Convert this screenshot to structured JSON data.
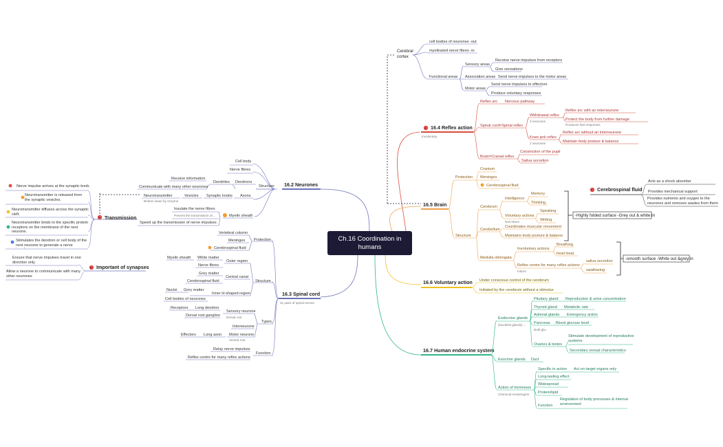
{
  "central_topic": "Ch.16 Coordination in humans",
  "colors": {
    "central_bg": "#1d1a36",
    "neurones": "#6b72b8",
    "spinal_cord": "#6b72b8",
    "reflex_action": "#d84a3a",
    "brain": "#f0a04b",
    "voluntary_action": "#f0c020",
    "endocrine": "#2fb585",
    "bullet_red": "#e34b4b",
    "bullet_orange": "#f39c32",
    "bullet_yellow": "#f2c12e",
    "bullet_green": "#2fb585",
    "bullet_blue": "#4a7be0"
  },
  "neurones": {
    "title": "16.2 Neurones",
    "structure": "Structure",
    "cell_body": "Cell body",
    "nerve_fibres": "Nerve fibres",
    "receive_information": "Receive information",
    "dendrites": "Dendrites",
    "dendrons": "Dendrons",
    "communicate": "Communicate with many other neurones",
    "neurotransmitter": "Neurotransmitter",
    "broken_down": "Broken down by enzyme",
    "vesicles": "Vesicles",
    "synaptic_knobs": "Synaptic knobs",
    "axons": "Axons",
    "insulate": "Insulate the nerve fibres",
    "prevent": "Prevent the transmission of...",
    "myelin_sheath": "Myelin sheath",
    "speed_up": "Speed up the transmission of nerve impulses"
  },
  "transmission": {
    "title": "Transmission",
    "steps": [
      "Nerve impulse arrives at the synaptic knob.",
      "Neurotransmitter is released from the synaptic vesicles.",
      "Neurotransmitter diffuses across the synaptic cleft.",
      "Neurotransmitter binds to the specific protein receptors on the membrane of the next neurone.",
      "Stimulates the dendron or cell body of the next neurone to generate a nerve impulse."
    ]
  },
  "synapses": {
    "title": "Important of synapses",
    "points": [
      "Ensure that nerve impulses travel in one direction only",
      "Allow a neurone to communicate with many other neurones"
    ]
  },
  "spinal_cord": {
    "title": "16.3 Spinal cord",
    "note": "31 pairs of spinal nerves",
    "protection": "Protection",
    "vertebral_column": "Vertebral column",
    "meninges": "Meninges",
    "csf": "Cerebrospinal fluid",
    "structure": "Structure",
    "outer_region": "Outer region",
    "myelin_sheath": "Myelin sheath",
    "white_matter": "White matter",
    "nerve_fibres": "Nerve fibres",
    "central_canal": "Central canal",
    "grey_matter_1": "Grey matter",
    "csf_2": "Cerebrospinal fluid",
    "inner_region": "Inner H-shaped region",
    "nuclei": "Nuclei",
    "grey_matter_2": "Grey matter",
    "cell_bodies": "Cell bodies of neurones",
    "types": "Types",
    "receptors": "Receptors",
    "long_dendron": "Long dendron",
    "sensory_neurone": "Sensory neurone",
    "dorsal_root_ganglion": "Dorsal root ganglion",
    "dorsal_root": "Dorsal root",
    "interneurone": "Interneurone",
    "effectors": "Effectors",
    "long_axon": "Long axon",
    "motor_neurone": "Motor neurone",
    "ventral_root": "Ventral root",
    "function": "Function",
    "relay": "Relay nerve impulses",
    "reflex_centre": "Reflex centre for many reflex actions"
  },
  "cerebral_cortex": {
    "title": "Cerebral cortex",
    "cell_bodies": "cell bodies of neurones -out",
    "myelinated": "myelinated nerve fibres -in",
    "functional_areas": "Functional areas",
    "sensory_areas": "Sensory areas",
    "receive_impulses": "Receive nerve impulses from receptors",
    "give_sensations": "Give sensations",
    "association_areas": "Association areas",
    "send_to_motor": "Send nerve impulses to the motor areas",
    "motor_areas": "Motor areas",
    "send_to_effectors": "Send nerve impulses to effectors",
    "produce_voluntary": "Produce voluntary responses"
  },
  "reflex": {
    "title": "16.4 Reflex action",
    "note": "Involuntary",
    "reflex_arc": "Reflex arc",
    "nervous_pathway": "Nervous pathway",
    "spinal_reflex": "Spinal cord=Spinal reflex",
    "withdrawal": "Withdrawal reflex",
    "three_neurones": "3 neurones",
    "with_interneurone": "Reflex arc with an interneurone",
    "protect": "Protect the body from further damage",
    "fast": "Produces fast responses",
    "knee_jerk": "Knee jerk reflex",
    "two_neurones": "2 neurones",
    "without_interneurone": "Reflex arc without an interneurone",
    "maintain": "Maintain body posture & balance",
    "cranial": "Brain=Cranial reflex",
    "pupil": "Constriction of the pupil",
    "saliva": "Saliva secretion"
  },
  "brain": {
    "title": "16.5 Brain",
    "protection": "Protection",
    "cranium": "Cranium",
    "meninges": "Meninges",
    "csf": "Cerebrospinal fluid",
    "structure": "Structure",
    "cerebrum": "Cerebrum",
    "intelligence": "Intelligence",
    "memory": "Memory",
    "thinking": "Thinking",
    "voluntary_actions": "Voluntary actions",
    "speaking": "Speaking",
    "writing": "Writing",
    "not_inborn": "Not inborn",
    "cerebrum_note": "-Highly folded surface -Grey out & white in",
    "cerebellum": "Cerebellum",
    "coordinates": "Coordinates muscular movement",
    "maintains": "Maintains body posture & balance",
    "medulla": "Medulla oblongata",
    "involuntary_actions": "Involuntary actions",
    "breathing": "Breathing",
    "heart_beat": "heart beat",
    "reflex_centre": "Reflex centre for many reflex actions",
    "inborn": "Inborn",
    "saliva": "saliva secretion",
    "swallowing": "swallowing",
    "medulla_note": "-smooth surface -White out &grey in"
  },
  "csf_box": {
    "title": "Cerebrospinal fluid",
    "points": [
      "Acts as a shock absorber",
      "Provides mechanical support",
      "Provides nutrients and oxygen to the neurones and removes wastes from them"
    ]
  },
  "voluntary": {
    "title": "16.6 Voluntary action",
    "under_control": "Under conscious control of the cerebrum",
    "initiated": "Initiated by the cerebrum without a stimulus"
  },
  "endocrine": {
    "title": "16.7 Human endocrine system",
    "endocrine_glands": "Endocrine glands",
    "ductless": "(Ductless glands) ...",
    "pituitary": "Pituitary gland",
    "pituitary_fn": "Reproduction & urine concentration",
    "thyroid": "Thyroid gland",
    "thyroid_fn": "Metabolic rate",
    "adrenal": "Adrenal glands",
    "adrenal_fn": "Emergency action",
    "pancreas": "Pancreas",
    "pancreas_fn": "Blood glucose level",
    "both_gla": "Both gla...",
    "ovaries": "Ovaries & testes",
    "ovaries_fn1": "Stimulate development of reproductive systems",
    "ovaries_fn2": "Secondary sexual characteristics",
    "exocrine": "Exocrine glands",
    "duct": "Duct",
    "action_hormones": "Action of hormones",
    "chemical_messengers": "Chemical messengers",
    "specific": "Specific in action",
    "target_organs": "Act on target organs only",
    "long_lasting": "Long-lasting effect",
    "widespread": "Widespread",
    "protein": "Protein/lipid",
    "function": "Function",
    "regulation": "Regulation of body processes & internal environment"
  }
}
